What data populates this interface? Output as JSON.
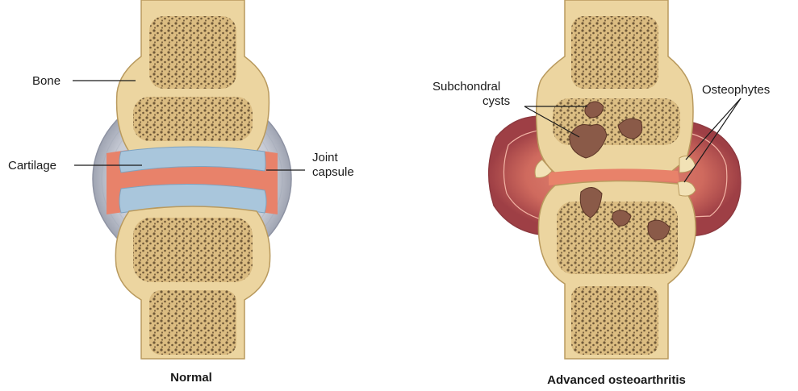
{
  "normal": {
    "caption": "Normal",
    "labels": {
      "bone": "Bone",
      "cartilage": "Cartilage",
      "joint_capsule_line1": "Joint",
      "joint_capsule_line2": "capsule"
    }
  },
  "osteoarthritis": {
    "caption": "Advanced osteoarthritis",
    "labels": {
      "subchondral_line1": "Subchondral",
      "subchondral_line2": "cysts",
      "osteophytes": "Osteophytes"
    }
  },
  "colors": {
    "bone": "#ecd5a0",
    "bone_outline": "#b99a5e",
    "spongy_fill": "#d9b97d",
    "spongy_dots": "#5a4326",
    "cartilage": "#a9c6dc",
    "synovial": "#e8826a",
    "capsule": "#c7cad3",
    "capsule_inflamed": "#c4565a",
    "cyst": "#8a5a48"
  }
}
